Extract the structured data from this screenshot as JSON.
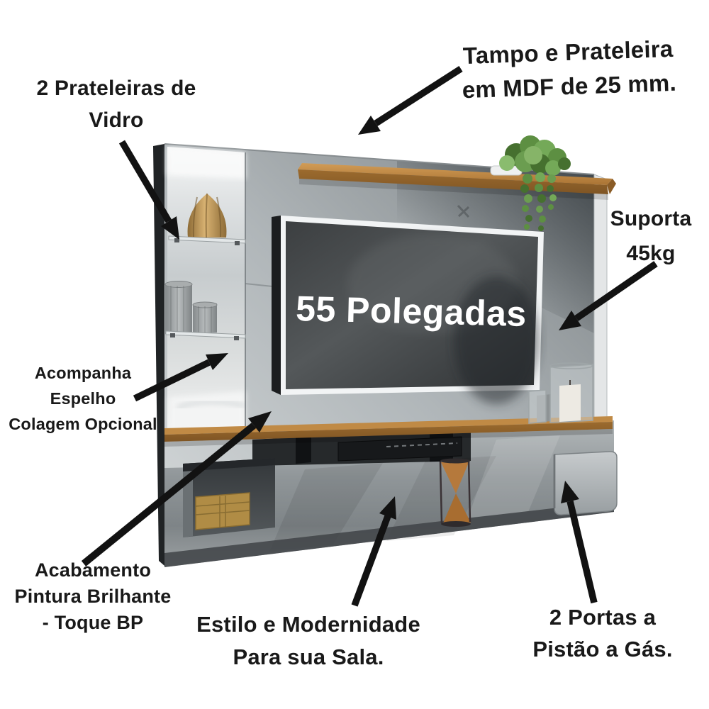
{
  "tv": {
    "label": "55 Polegadas"
  },
  "annotations": {
    "tampo": {
      "line1": "Tampo e Prateleira",
      "line2": "em MDF de 25 mm."
    },
    "prateleiras": {
      "line1": "2 Prateleiras de",
      "line2": "Vidro"
    },
    "suporta": {
      "line1": "Suporta",
      "line2": "45kg"
    },
    "acompanha": {
      "line1": "Acompanha",
      "line2": "Espelho",
      "line3": "Colagem Opcional"
    },
    "acabamento": {
      "line1": "Acabamento",
      "line2": "Pintura Brilhante",
      "line3": "- Toque BP"
    },
    "estilo": {
      "line1": "Estilo e Modernidade",
      "line2": "Para sua Sala."
    },
    "portas": {
      "line1": "2 Portas a",
      "line2": "Pistão a Gás."
    }
  },
  "colors": {
    "annotation_text": "#191919",
    "arrow": "#121212",
    "tv_label_text": "#ffffff",
    "wood_shelf": "#b9813f",
    "panel_gray": "#9aa0a3",
    "plant_green": "#6b9d50"
  },
  "icons": {
    "arrows": [
      "tampo-arrow",
      "prateleiras-arrow",
      "suporta-arrow",
      "acompanha-arrow",
      "acabamento-arrow",
      "estilo-arrow",
      "portas-arrow"
    ]
  }
}
